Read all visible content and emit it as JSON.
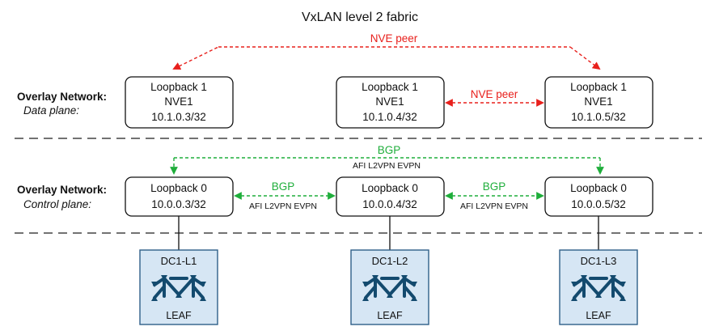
{
  "title": "VxLAN level 2 fabric",
  "overlay_data": {
    "label": "Overlay Network:",
    "sublabel": "Data plane:",
    "peer_top_label": "NVE peer",
    "peer_mid_label": "NVE peer",
    "nodes": [
      {
        "line1": "Loopback 1",
        "line2": "NVE1",
        "line3": "10.1.0.3/32"
      },
      {
        "line1": "Loopback 1",
        "line2": "NVE1",
        "line3": "10.1.0.4/32"
      },
      {
        "line1": "Loopback 1",
        "line2": "NVE1",
        "line3": "10.1.0.5/32"
      }
    ]
  },
  "overlay_control": {
    "label": "Overlay Network:",
    "sublabel": "Control plane:",
    "bgp_top_label": "BGP",
    "bgp_top_sub": "AFI L2VPN EVPN",
    "bgp_left_label": "BGP",
    "bgp_left_sub": "AFI L2VPN EVPN",
    "bgp_right_label": "BGP",
    "bgp_right_sub": "AFI L2VPN EVPN",
    "nodes": [
      {
        "line1": "Loopback 0",
        "line2": "10.0.0.3/32"
      },
      {
        "line1": "Loopback 0",
        "line2": "10.0.0.4/32"
      },
      {
        "line1": "Loopback 0",
        "line2": "10.0.0.5/32"
      }
    ]
  },
  "leaves": [
    {
      "name": "DC1-L1",
      "role": "LEAF"
    },
    {
      "name": "DC1-L2",
      "role": "LEAF"
    },
    {
      "name": "DC1-L3",
      "role": "LEAF"
    }
  ],
  "colors": {
    "nve": "#e8201c",
    "bgp": "#1fae3b",
    "leaf_fill": "#d6e6f4",
    "leaf_border": "#2f5f88",
    "switch_icon": "#134a6e"
  }
}
